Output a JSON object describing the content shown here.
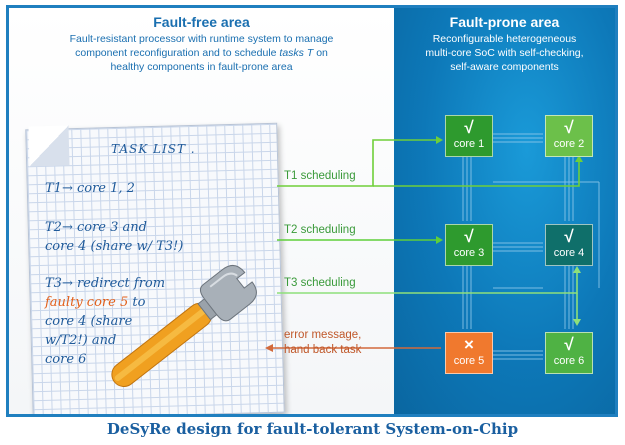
{
  "left_panel": {
    "title": "Fault-free area",
    "subtitle_1": "Fault-resistant processor with runtime system to manage",
    "subtitle_2": "component reconfiguration and to schedule",
    "subtitle_tasks": "tasks T",
    "subtitle_on": "on",
    "subtitle_3": "healthy components in fault-prone area"
  },
  "right_panel": {
    "title": "Fault-prone area",
    "subtitle_1": "Reconfigurable heterogeneous",
    "subtitle_2": "multi-core SoC with self-checking,",
    "subtitle_3": "self-aware components"
  },
  "task_list": {
    "heading": "TASK LIST .",
    "t1": "T1→ core 1, 2",
    "t2_a": "T2→ core 3 and",
    "t2_b": "core 4 (share w/ T3!)",
    "t3_a": "T3→ redirect from",
    "t3_faulty": "faulty core 5",
    "t3_to": " to",
    "t3_c": "core 4 (share",
    "t3_d": "w/T2!) and",
    "t3_e": "core 6"
  },
  "flows": {
    "t1": "T1 scheduling",
    "t2": "T2 scheduling",
    "t3": "T3 scheduling",
    "error_1": "error message,",
    "error_2": "hand back task"
  },
  "cores": [
    {
      "label": "core 1",
      "mark": "√",
      "status": "ok"
    },
    {
      "label": "core 2",
      "mark": "√",
      "status": "ok"
    },
    {
      "label": "core 3",
      "mark": "√",
      "status": "ok"
    },
    {
      "label": "core 4",
      "mark": "√",
      "status": "ok"
    },
    {
      "label": "core 5",
      "mark": "×",
      "status": "faulty"
    },
    {
      "label": "core 6",
      "mark": "√",
      "status": "ok"
    }
  ],
  "caption": "DeSyRe design for fault-tolerant System-on-Chip",
  "colors": {
    "t1_line": "#6fcf3a",
    "t2_line": "#5fcf3a",
    "t3_line": "#8ee07a",
    "error_line": "#d26a3c",
    "core_ok_dark": "#2e9a2e",
    "core_ok_light": "#6cc04a",
    "core_teal": "#0f6f6a",
    "core_faulty": "#f0792e"
  }
}
